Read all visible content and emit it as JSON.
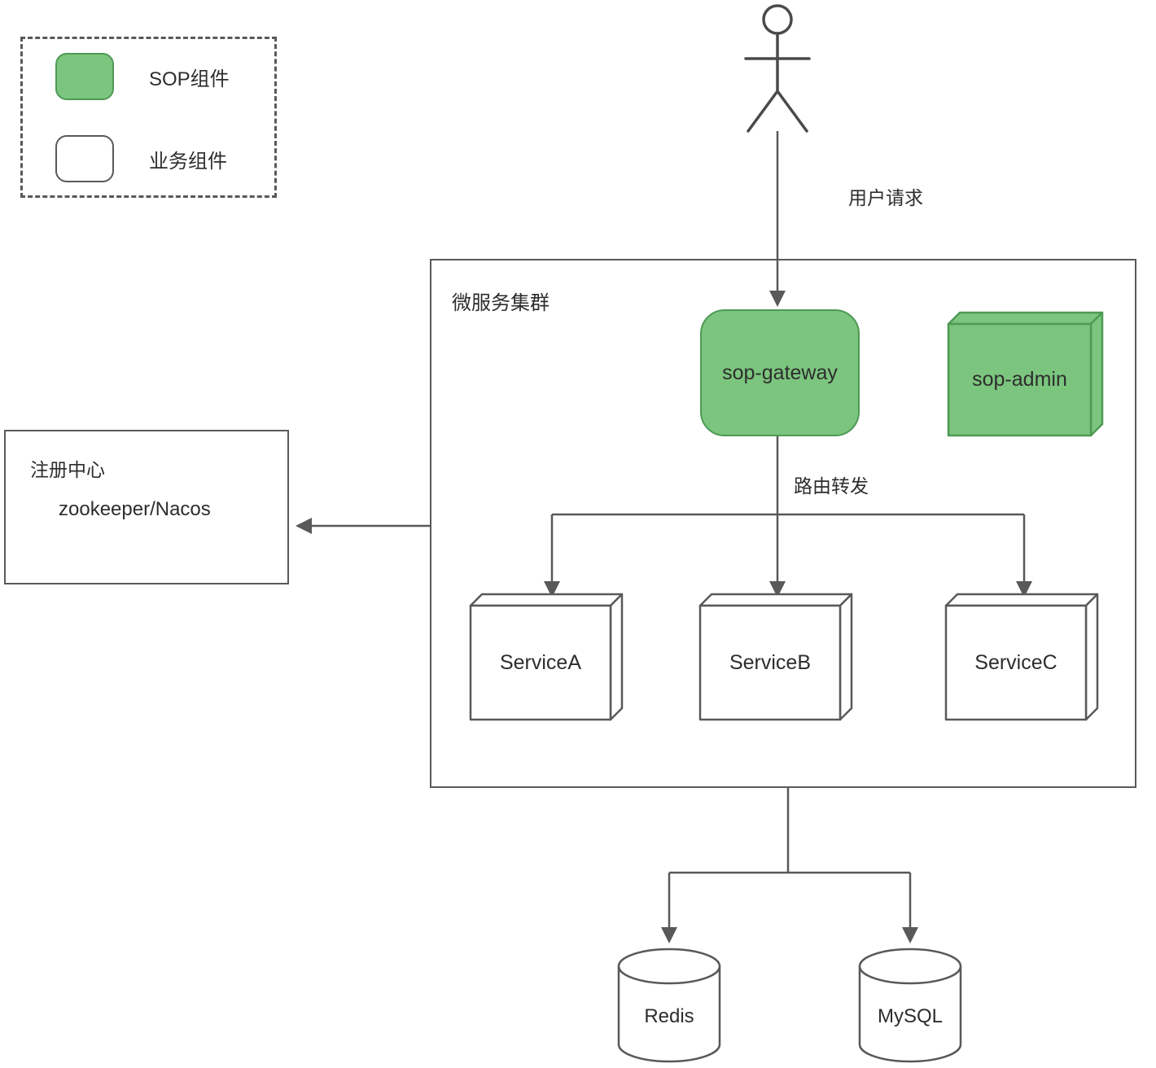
{
  "colors": {
    "sop_fill": "#7cc57e",
    "sop_stroke": "#4e9a55",
    "line": "#595959",
    "text": "#2d2d2d"
  },
  "legend": {
    "items": [
      {
        "swatch": "sop",
        "label": "SOP组件"
      },
      {
        "swatch": "business",
        "label": "业务组件"
      }
    ]
  },
  "edges": {
    "user_request": "用户请求",
    "route_forward": "路由转发"
  },
  "cluster": {
    "title": "微服务集群"
  },
  "nodes": {
    "gateway": {
      "label": "sop-gateway"
    },
    "admin": {
      "label": "sop-admin"
    },
    "service_a": {
      "label": "ServiceA"
    },
    "service_b": {
      "label": "ServiceB"
    },
    "service_c": {
      "label": "ServiceC"
    },
    "registry": {
      "title": "注册中心",
      "subtitle": "zookeeper/Nacos"
    },
    "redis": {
      "label": "Redis"
    },
    "mysql": {
      "label": "MySQL"
    }
  }
}
